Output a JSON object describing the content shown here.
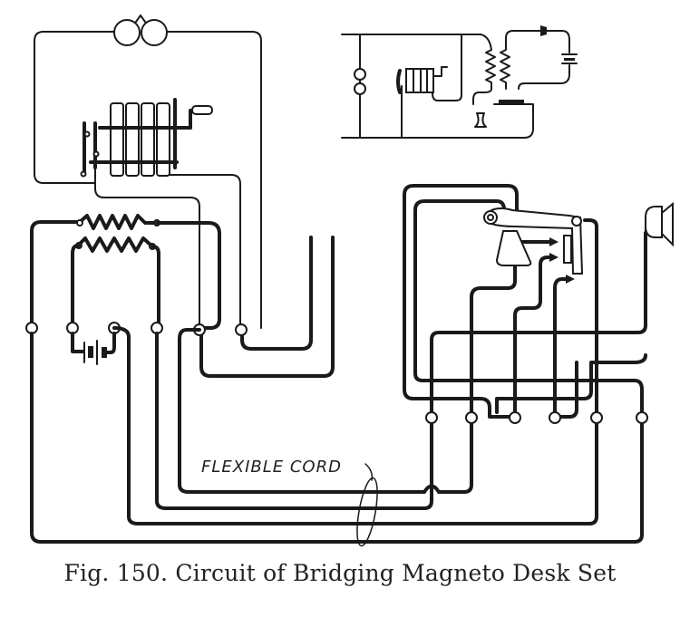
{
  "figure": {
    "caption": "Fig. 150.   Circuit of Bridging Magneto Desk Set",
    "title": "Circuit of Bridging Magneto Desk Set",
    "number": "Fig. 150."
  },
  "labels": {
    "flexible_cord": "FLEXIBLE CORD"
  },
  "components": [
    {
      "name": "ringer (polarized bell)",
      "location": "top-left"
    },
    {
      "name": "magneto generator with crank",
      "location": "left"
    },
    {
      "name": "induction coil (primary and secondary windings)",
      "location": "left-center"
    },
    {
      "name": "battery",
      "location": "left bottom terminals"
    },
    {
      "name": "desk stand with transmitter and hook switch",
      "location": "right"
    },
    {
      "name": "receiver",
      "location": "far right"
    },
    {
      "name": "inset simplified schematic",
      "location": "top-right"
    }
  ],
  "colors": {
    "ink": "#1a1a1a",
    "paper": "#ffffff"
  }
}
